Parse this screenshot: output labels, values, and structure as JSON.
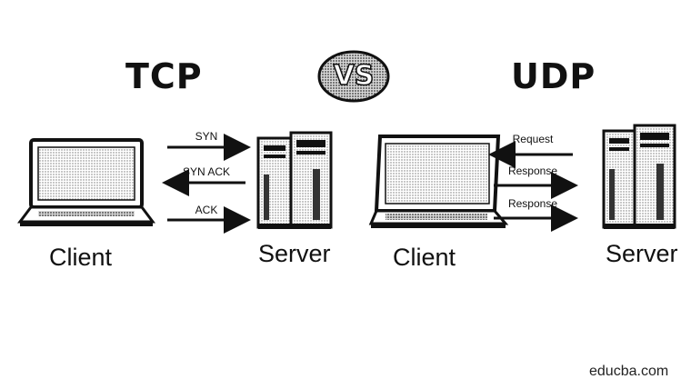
{
  "left_protocol": "TCP",
  "versus": "VS",
  "right_protocol": "UDP",
  "tcp": {
    "client_label": "Client",
    "server_label": "Server",
    "messages": [
      "SYN",
      "SYN ACK",
      "ACK"
    ]
  },
  "udp": {
    "client_label": "Client",
    "server_label": "Server",
    "messages": [
      "Request",
      "Response",
      "Response"
    ]
  },
  "watermark": "educba.com",
  "icons": [
    "laptop-icon",
    "server-icon"
  ]
}
